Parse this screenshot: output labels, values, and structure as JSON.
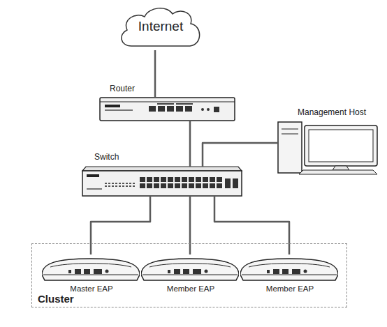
{
  "diagram": {
    "nodes": [
      {
        "text": [
          "Internet"
        ]
      },
      {
        "text": [
          "Router"
        ]
      },
      {
        "text": [
          "Management Host"
        ]
      },
      {
        "text": [
          "Switch"
        ]
      },
      {
        "text": [
          "Cluster"
        ]
      },
      {
        "text": [
          "Master EAP"
        ],
        "in": 4
      },
      {
        "text": [
          "Member EAP"
        ],
        "in": 4
      },
      {
        "text": [
          "Member EAP"
        ],
        "in": 4
      }
    ],
    "edges": [
      {
        "from": 0,
        "to": 1,
        "arrow": "none"
      },
      {
        "from": 1,
        "to": 3,
        "arrow": "none"
      },
      {
        "from": 3,
        "to": 2,
        "arrow": "none"
      },
      {
        "from": 3,
        "to": 5,
        "arrow": "none"
      },
      {
        "from": 3,
        "to": 6,
        "arrow": "none"
      },
      {
        "from": 3,
        "to": 7,
        "arrow": "none"
      }
    ]
  }
}
